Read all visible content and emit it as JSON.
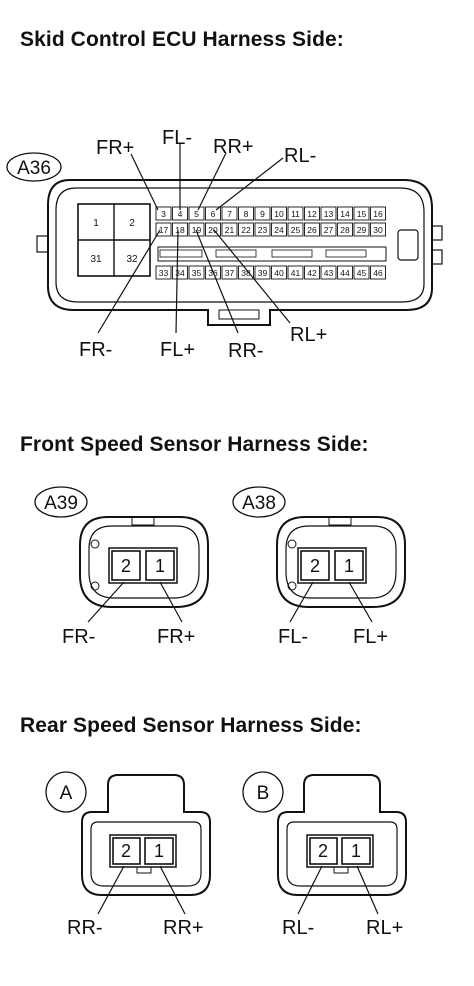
{
  "sections": [
    {
      "heading": "Skid Control ECU Harness Side:",
      "connector": "A36"
    },
    {
      "heading": "Front Speed Sensor Harness Side:"
    },
    {
      "heading": "Rear Speed Sensor Harness Side:"
    }
  ],
  "ecu": {
    "big_pins": [
      "1",
      "2",
      "31",
      "32"
    ],
    "row1": [
      "3",
      "4",
      "5",
      "6",
      "7",
      "8",
      "9",
      "10",
      "11",
      "12",
      "13",
      "14",
      "15",
      "16"
    ],
    "row2": [
      "17",
      "18",
      "19",
      "20",
      "21",
      "22",
      "23",
      "24",
      "25",
      "26",
      "27",
      "28",
      "29",
      "30"
    ],
    "row3": [
      "33",
      "34",
      "35",
      "36",
      "37",
      "38",
      "39",
      "40",
      "41",
      "42",
      "43",
      "44",
      "45",
      "46"
    ],
    "labels": {
      "fr_plus": "FR+",
      "fl_minus": "FL-",
      "rr_plus": "RR+",
      "rl_minus": "RL-",
      "fr_minus": "FR-",
      "fl_plus": "FL+",
      "rr_minus": "RR-",
      "rl_plus": "RL+"
    }
  },
  "front": {
    "a39": {
      "tag": "A39",
      "pin_left": "2",
      "pin_right": "1",
      "label_left": "FR-",
      "label_right": "FR+"
    },
    "a38": {
      "tag": "A38",
      "pin_left": "2",
      "pin_right": "1",
      "label_left": "FL-",
      "label_right": "FL+"
    }
  },
  "rear": {
    "a": {
      "tag": "A",
      "pin_left": "2",
      "pin_right": "1",
      "label_left": "RR-",
      "label_right": "RR+"
    },
    "b": {
      "tag": "B",
      "pin_left": "2",
      "pin_right": "1",
      "label_left": "RL-",
      "label_right": "RL+"
    }
  }
}
